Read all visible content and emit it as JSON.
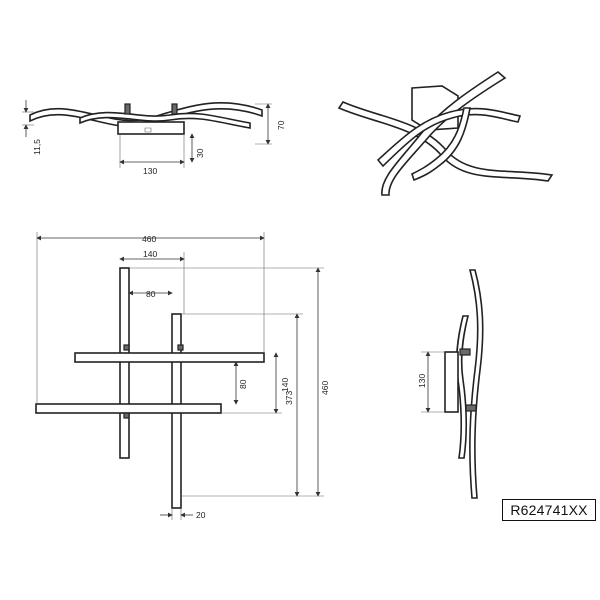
{
  "product_code": "R624741XX",
  "side_view_dimensions": {
    "width": "130",
    "height": "70",
    "canopy": "30",
    "tilt": "11,5"
  },
  "top_view_dimensions": {
    "overall_width": "460",
    "inner_width": "140",
    "gap": "80",
    "overall_height": "460",
    "height_2": "373",
    "height_3": "140",
    "vertical_gap": "80",
    "offset": "20"
  },
  "profile_view_dimensions": {
    "canopy_height": "130"
  }
}
